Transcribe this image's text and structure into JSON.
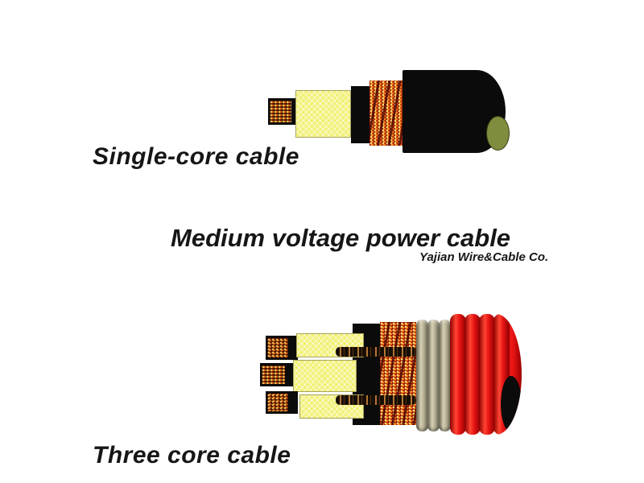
{
  "diagram": {
    "title": "Medium voltage power cable",
    "credit": "Yajian Wire&Cable Co.",
    "label_single_core": "Single-core cable",
    "label_three_core": "Three core cable"
  },
  "colors": {
    "background": "#ffffff",
    "text": "#161616",
    "sheath_black": "#0b0b0b",
    "insulation_yellow": "#f2f178",
    "copper_orange": "#c2410a",
    "sheath_red": "#e81414",
    "armor_gray": "#b7b196",
    "core_olive": "#7e8e3e"
  }
}
